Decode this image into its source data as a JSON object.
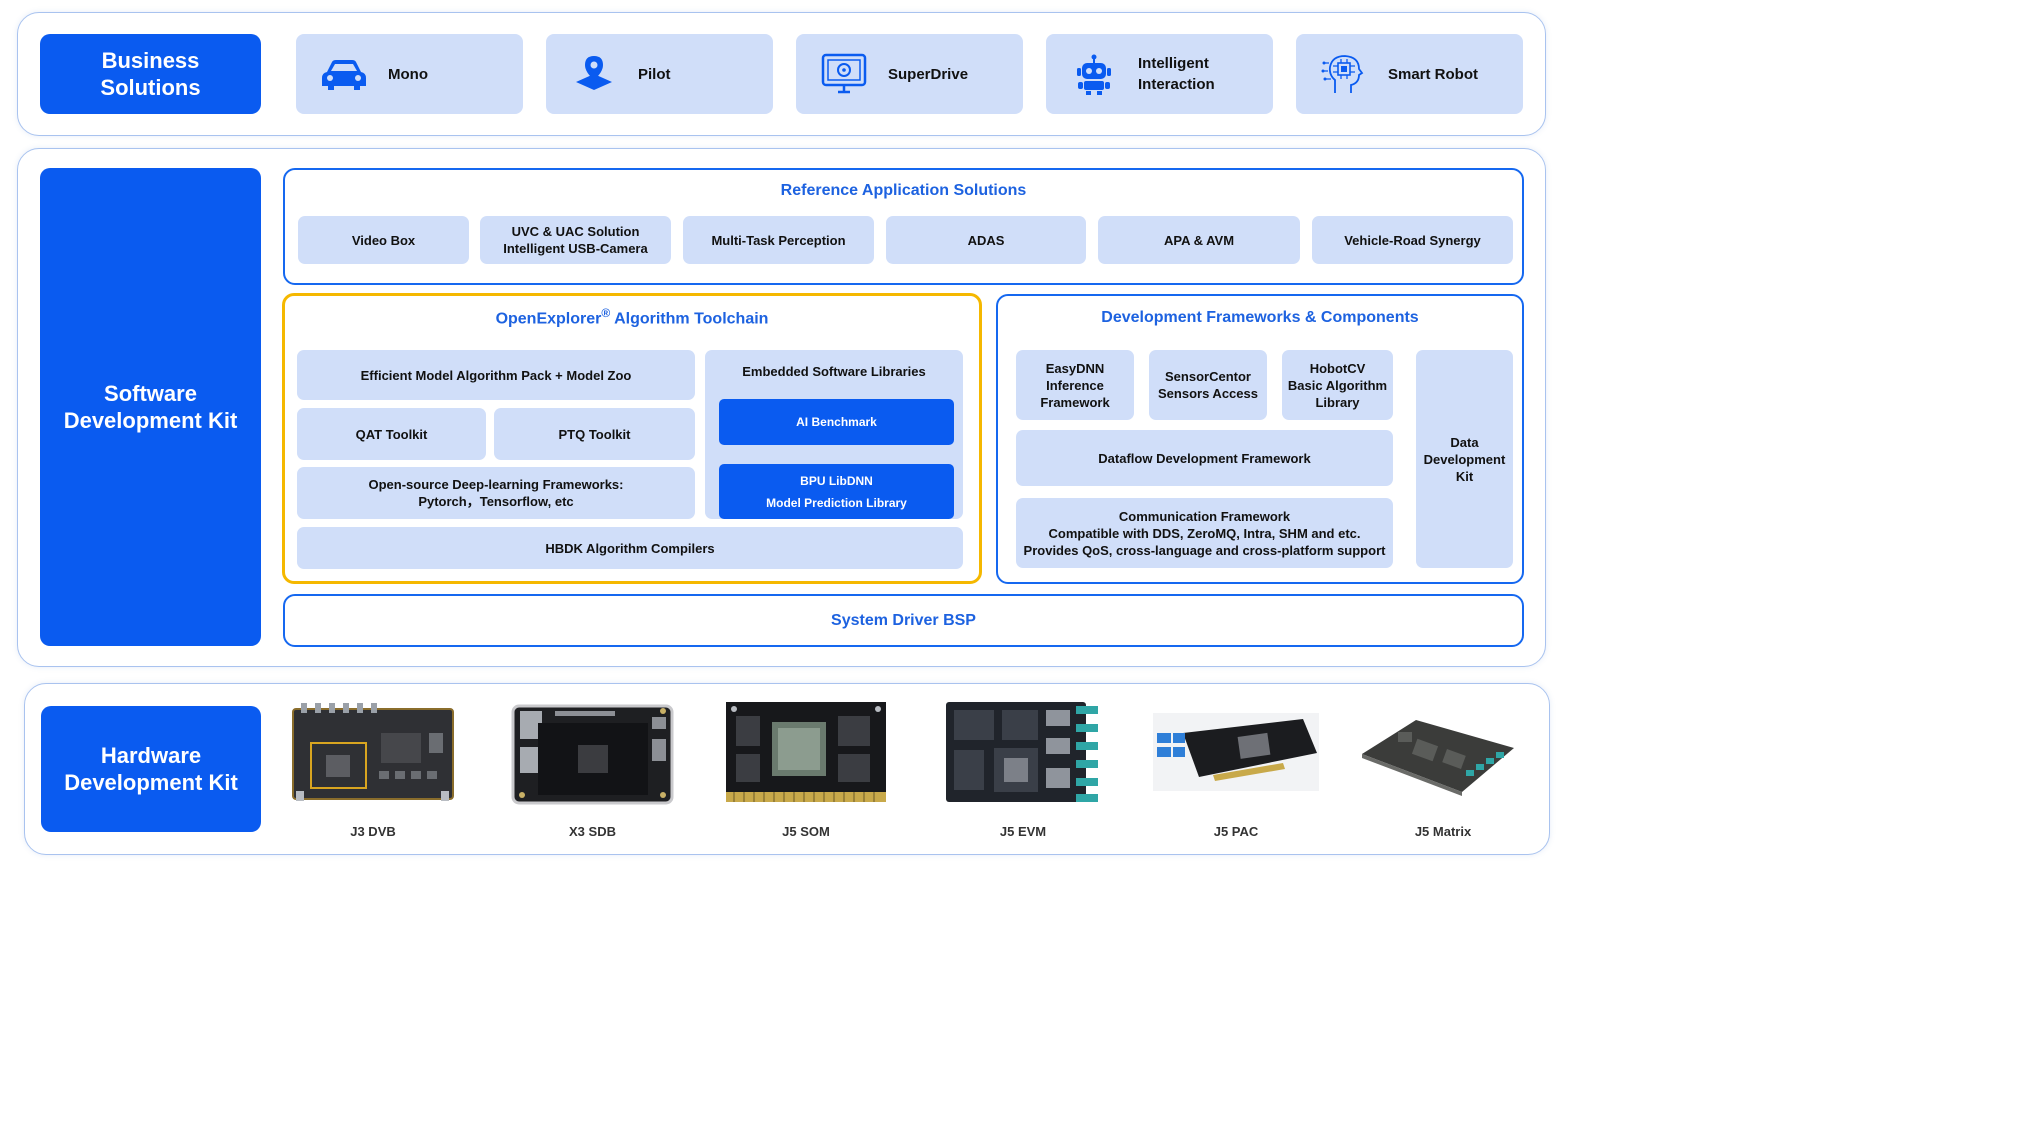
{
  "business": {
    "label": "Business\nSolutions",
    "items": [
      {
        "label": "Mono",
        "icon": "car-icon"
      },
      {
        "label": "Pilot",
        "icon": "location-pin-icon"
      },
      {
        "label": "SuperDrive",
        "icon": "monitor-steering-icon"
      },
      {
        "label": "Intelligent\nInteraction",
        "icon": "robot-icon"
      },
      {
        "label": "Smart Robot",
        "icon": "ai-head-icon"
      }
    ]
  },
  "sdk": {
    "label": "Software\nDevelopment Kit",
    "reference": {
      "title": "Reference Application Solutions",
      "items": [
        "Video Box",
        "UVC & UAC Solution\nIntelligent USB-Camera",
        "Multi-Task Perception",
        "ADAS",
        "APA & AVM",
        "Vehicle-Road Synergy"
      ]
    },
    "toolchain": {
      "title_main": "OpenExplorer",
      "title_sup": "®",
      "title_rest": " Algorithm Toolchain",
      "model_pack": "Efficient Model Algorithm Pack + Model Zoo",
      "qat": "QAT Toolkit",
      "ptq": "PTQ Toolkit",
      "opensource": "Open-source Deep-learning Frameworks:\nPytorch，Tensorflow, etc",
      "embedded_title": "Embedded Software Libraries",
      "ai_benchmark": "AI Benchmark",
      "bpu": "BPU LibDNN\nModel Prediction Library",
      "hbdk": "HBDK Algorithm Compilers"
    },
    "frameworks": {
      "title": "Development Frameworks & Components",
      "easydnn": "EasyDNN\nInference\nFramework",
      "sensorcenter": "SensorCentor\nSensors Access",
      "hobotcv": "HobotCV\nBasic Algorithm\nLibrary",
      "dataflow": "Dataflow Development Framework",
      "communication": "Communication Framework\nCompatible with DDS, ZeroMQ, Intra, SHM and etc.\nProvides QoS, cross-language and cross-platform support",
      "data_kit": "Data\nDevelopment\nKit"
    },
    "bsp": "System Driver BSP"
  },
  "hardware": {
    "label": "Hardware\nDevelopment Kit",
    "boards": [
      "J3 DVB",
      "X3 SDB",
      "J5 SOM",
      "J5 EVM",
      "J5 PAC",
      "J5 Matrix"
    ]
  },
  "colors": {
    "accent": "#0a5bf0",
    "light": "#d0def9",
    "toolchain_border": "#f5b800",
    "frame_border": "#1568f0"
  }
}
